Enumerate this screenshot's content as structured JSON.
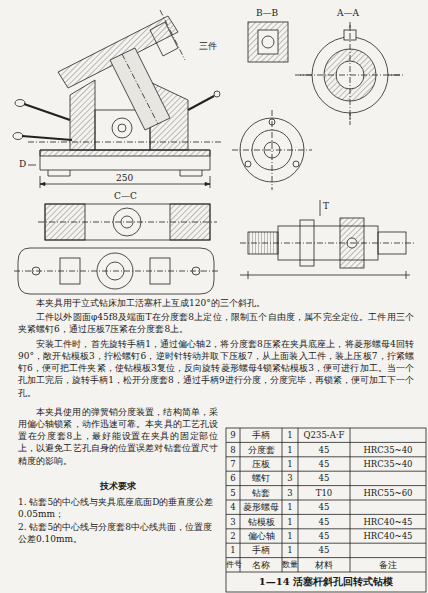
{
  "diagram": {
    "title": "1—14 活塞杆斜孔回转式钻模",
    "labels": [
      "本夹具用于立式钻床加工活塞杆上互成120°的三个斜孔。",
      "工件以外圆面φ45f8及端面T在分度套8上定位，限制五个自由度，属不完全定位。工件用三个夹紧螺钉6，通过压板7压紧在分度套8上。",
      "安装工件时，首先旋转手柄1，通过偏心轴2，将分度套8压紧在夹具底座上，将菱形螺母4回转90°，敞开钻模板3，拧松螺钉6，逆时针转动并取下压板7，从上面装入工件，装上压板7，拧紧螺钉6，便可把工件夹紧，使钻模板3复位，反向旋转菱形螺母4锁紧钻模板3，便可进行加工。当一个孔加工完后，旋转手柄1，松开分度套8，通过手柄9进行分度，分度完毕，再锁紧，便可加工下一个孔。",
      "本夹具使用的弹簧销分度装置，结构简单，采用偏心轴锁紧，动作迅速可靠。本夹具的工艺孔设置在分度套8上，最好能设置在夹具的固定部位上，以避免工艺孔自身的位置误差对钻套位置尺寸精度的影响。",
      "技术要求",
      "1. 钻套5的中心线与夹具底座底面D的垂直度公差0.05mm；",
      "2. 钻套5的中心线与分度套8中心线共面，位置度公差0.10mm。",
      "9",
      "手柄",
      "1",
      "Q235-A·F",
      "8",
      "分度套",
      "1",
      "45",
      "HRC35~40",
      "7",
      "压板",
      "1",
      "45",
      "HRC35~40",
      "6",
      "螺钉",
      "3",
      "45",
      "5",
      "钻套",
      "3",
      "T10",
      "HRC55~60",
      "4",
      "菱形螺母",
      "1",
      "45",
      "3",
      "钻模板",
      "1",
      "45",
      "HRC40~45",
      "2",
      "偏心轴",
      "1",
      "45",
      "HRC40~45",
      "1",
      "手柄",
      "1",
      "45",
      "件号",
      "名称",
      "数量",
      "材料",
      "备注",
      "B—B",
      "A—A",
      "C—C",
      "D",
      "250",
      "T",
      "三件"
    ]
  }
}
